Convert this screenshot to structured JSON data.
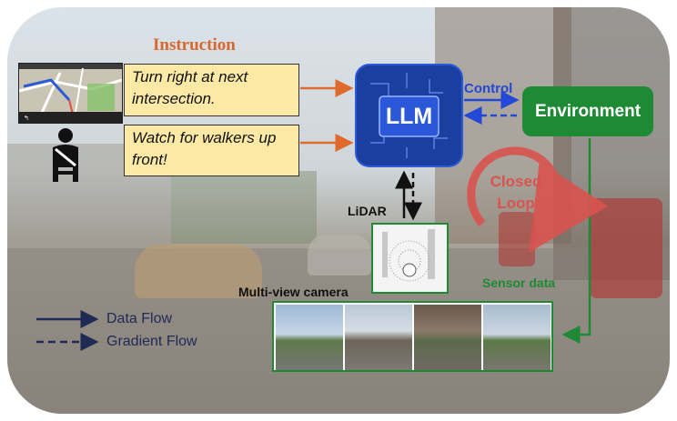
{
  "title": "Instruction",
  "instructions": [
    "Turn right at next intersection.",
    "Watch for walkers up front!"
  ],
  "llm_label": "LLM",
  "control_label": "Control",
  "environment_label": "Environment",
  "closed_loop_label": "Closed Loop",
  "lidar_label": "LiDAR",
  "sensor_label": "Sensor data",
  "camera_label": "Multi-view camera",
  "legend": {
    "data_flow": "Data Flow",
    "gradient_flow": "Gradient Flow"
  },
  "colors": {
    "instruction_title": "#d9682c",
    "instruction_box": "#fde9a6",
    "llm_chip": "#1a3fa0",
    "environment": "#1e8a33",
    "control_arrow": "#2347d6",
    "closed_loop": "#d9534f"
  }
}
